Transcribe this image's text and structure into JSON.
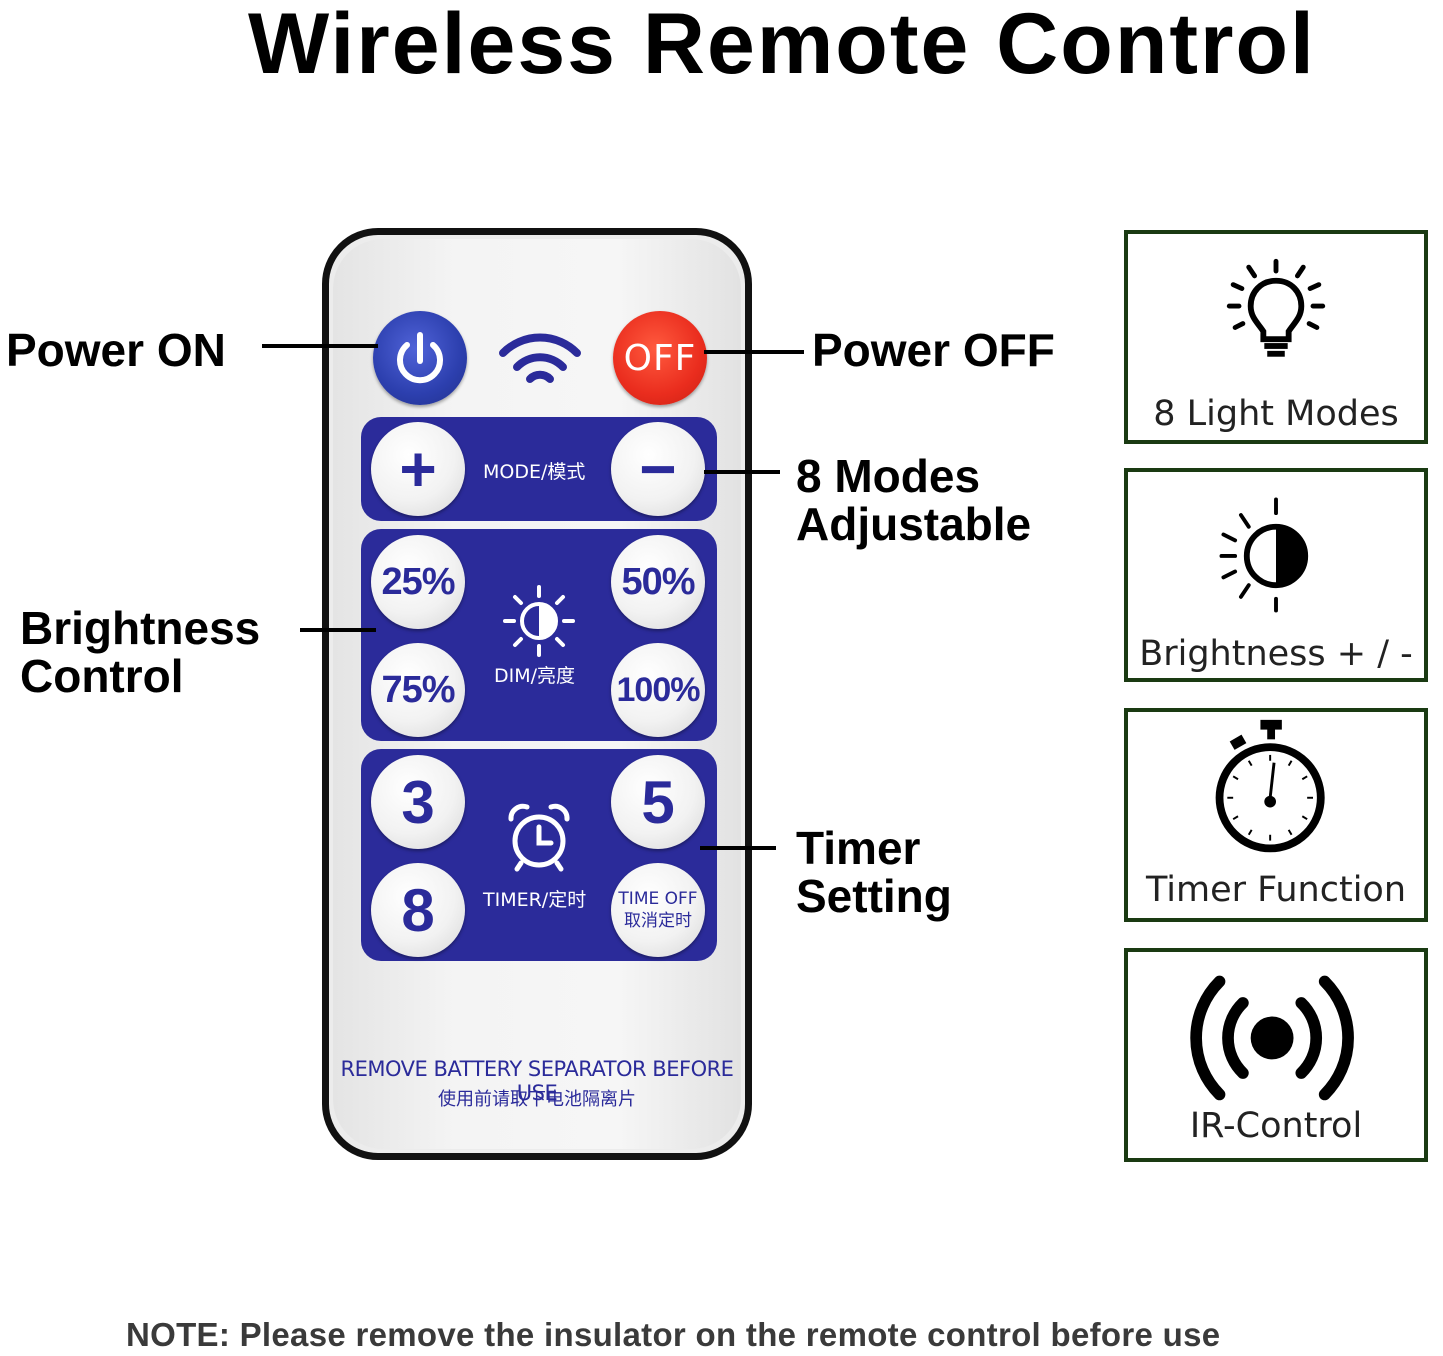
{
  "title": "Wireless Remote Control",
  "labels": {
    "power_on": "Power ON",
    "power_off": "Power OFF",
    "modes_line1": "8 Modes",
    "modes_line2": "Adjustable",
    "brightness_line1": "Brightness",
    "brightness_line2": "Control",
    "timer_line1": "Timer",
    "timer_line2": "Setting"
  },
  "remote": {
    "off_label": "OFF",
    "mode_plus": "+",
    "mode_minus": "−",
    "mode_text": "MODE/模式",
    "dim_text": "DIM/亮度",
    "timer_text": "TIMER/定时",
    "brightness_buttons": [
      "25%",
      "50%",
      "75%",
      "100%"
    ],
    "timer_buttons": [
      "3",
      "5",
      "8"
    ],
    "time_off_line1": "TIME OFF",
    "time_off_line2": "取消定时",
    "battery_line1": "REMOVE BATTERY SEPARATOR BEFORE USE",
    "battery_line2": "使用前请取下电池隔离片"
  },
  "features": [
    {
      "label": "8 Light Modes",
      "icon": "lightbulb-icon"
    },
    {
      "label": "Brightness  + / -",
      "icon": "brightness-icon"
    },
    {
      "label": "Timer Function",
      "icon": "stopwatch-icon"
    },
    {
      "label": "IR-Control",
      "icon": "ir-signal-icon"
    }
  ],
  "note": "NOTE: Please remove the insulator on the remote control before use",
  "colors": {
    "panel_blue": "#2b2b9a",
    "off_red": "#ea2d1e",
    "box_border": "#1a3a12"
  }
}
